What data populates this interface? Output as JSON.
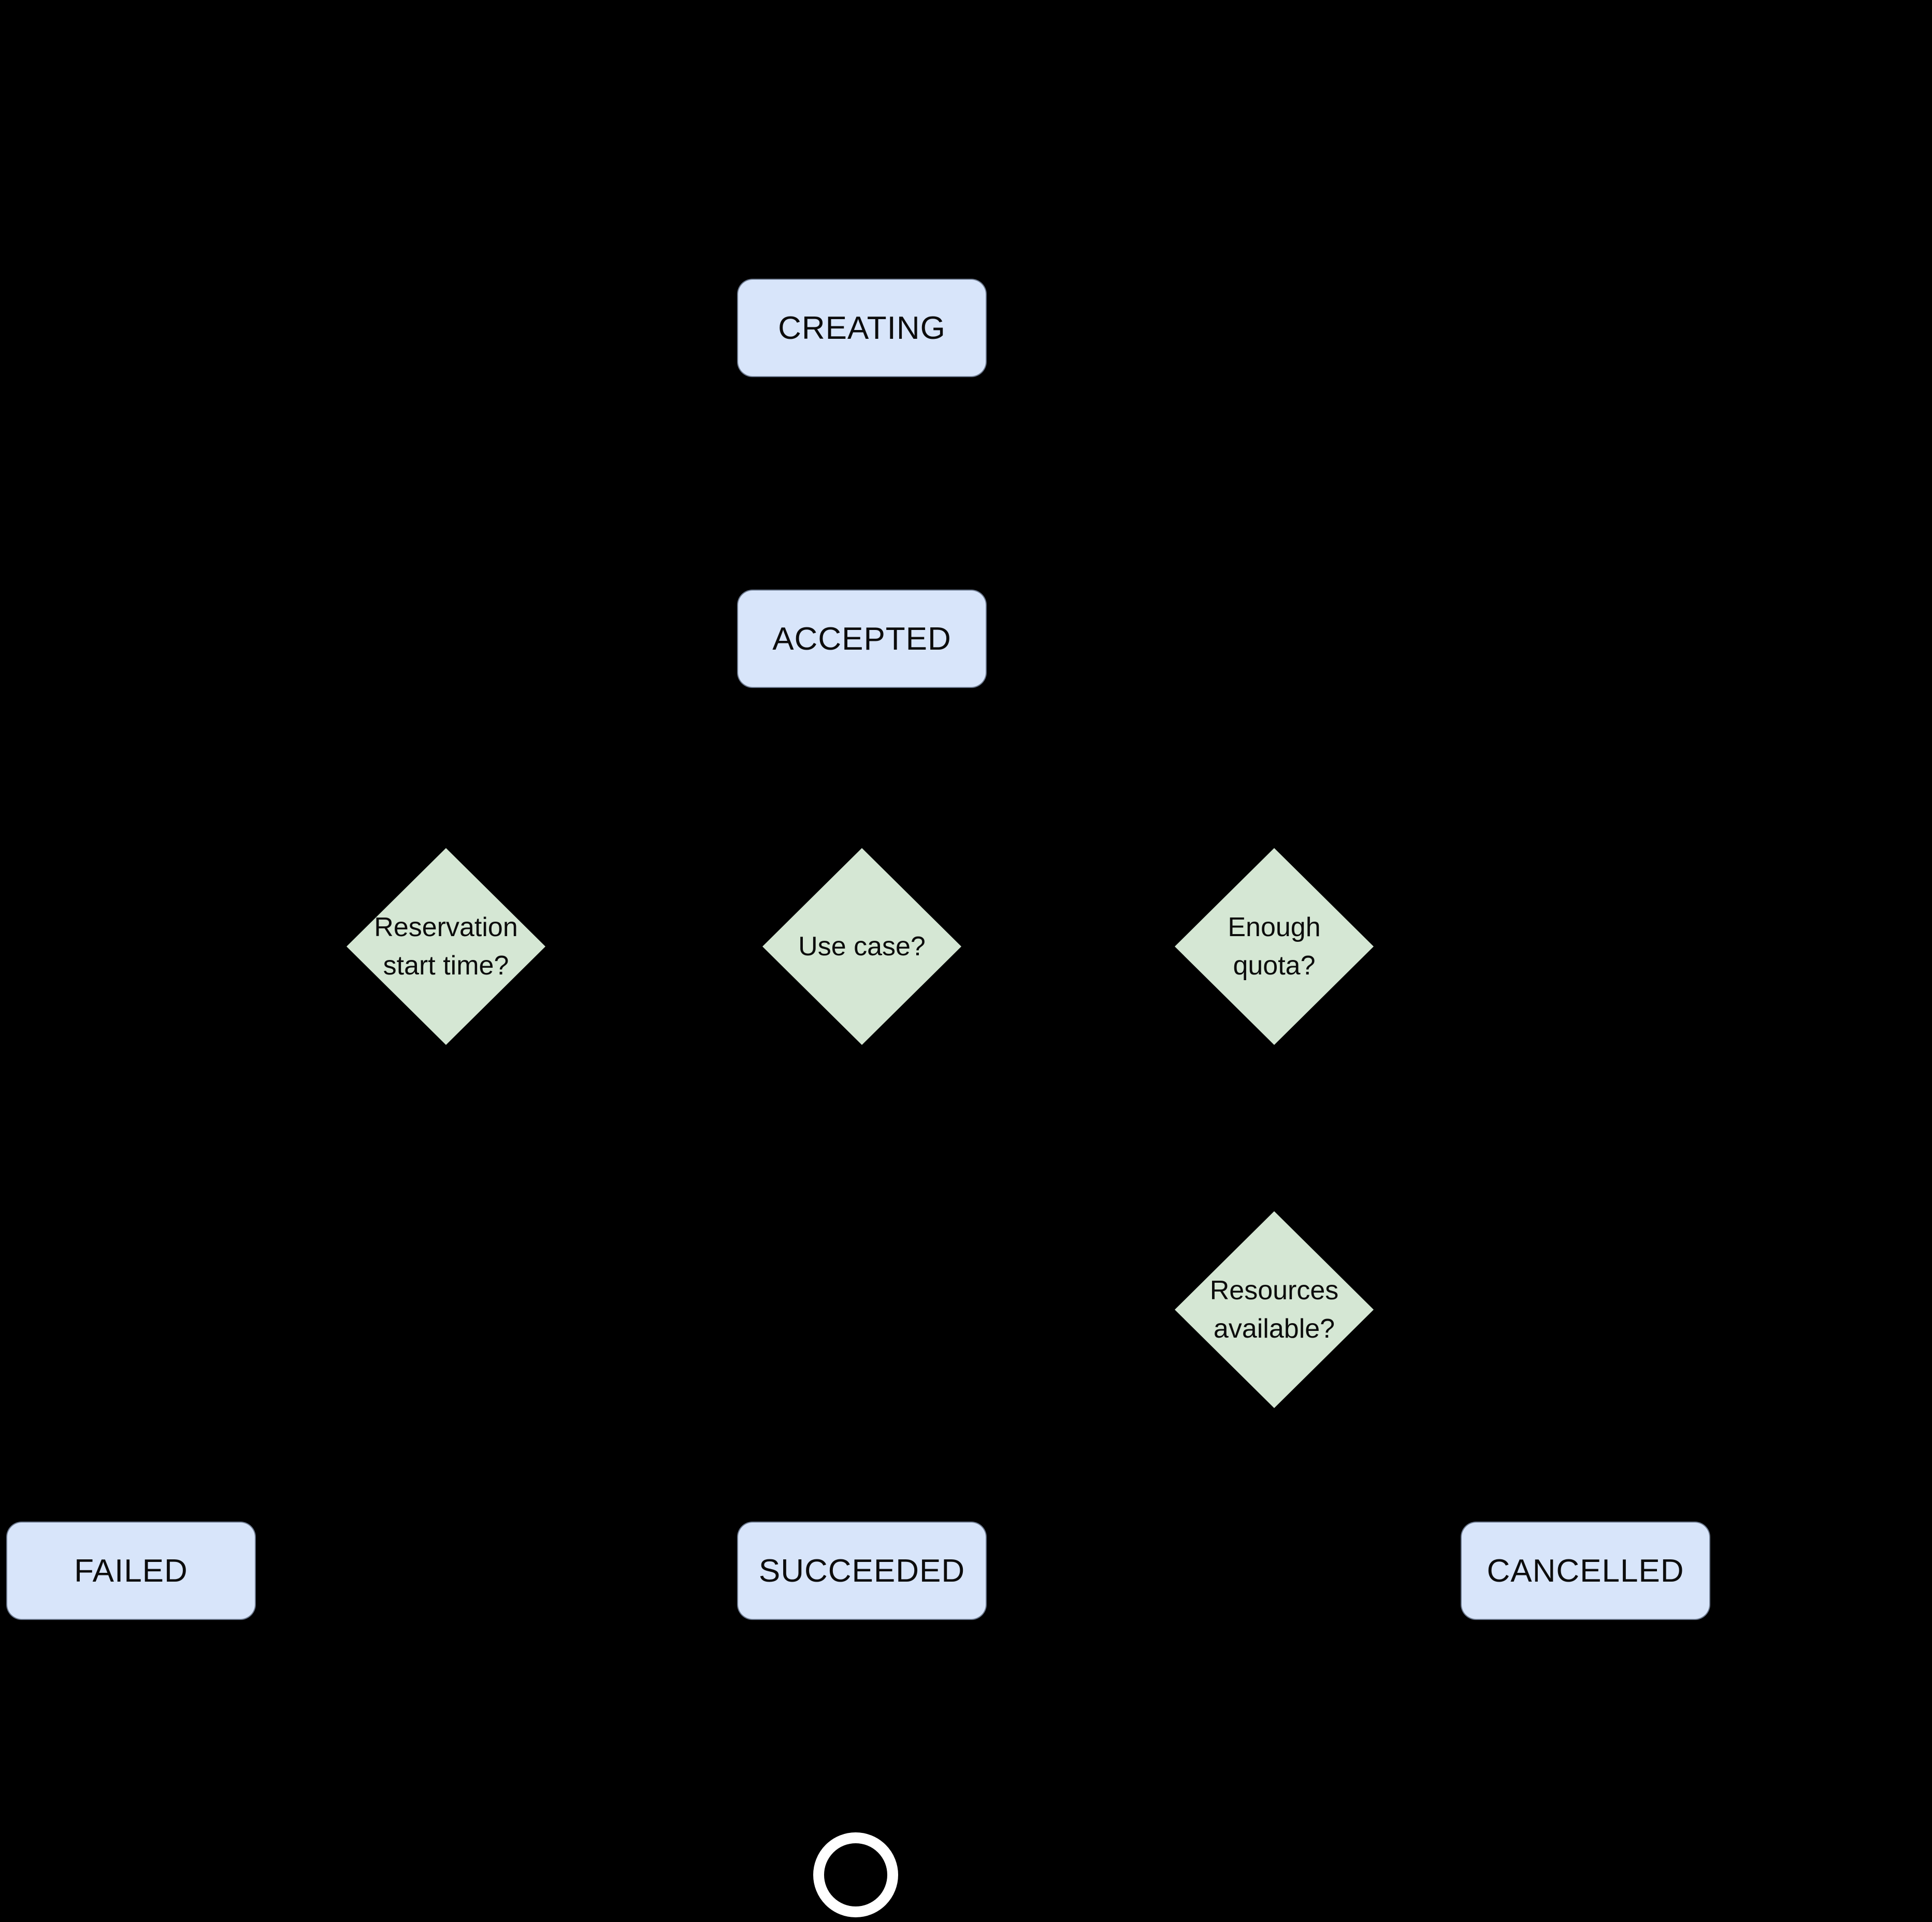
{
  "diagram": {
    "background_color": "#000000",
    "state_fill_color": "#d8e5fa",
    "decision_fill_color": "#d5e7d4",
    "text_color": "#0c0c0c",
    "end_circle_color": "#ffffff",
    "states": {
      "creating": {
        "label": "CREATING"
      },
      "accepted": {
        "label": "ACCEPTED"
      },
      "failed": {
        "label": "FAILED"
      },
      "succeeded": {
        "label": "SUCCEEDED"
      },
      "cancelled": {
        "label": "CANCELLED"
      }
    },
    "decisions": {
      "reservation_start_time": {
        "label": "Reservation\nstart time?"
      },
      "use_case": {
        "label": "Use case?"
      },
      "enough_quota": {
        "label": "Enough\nquota?"
      },
      "resources_available": {
        "label": "Resources\navailable?"
      }
    }
  }
}
